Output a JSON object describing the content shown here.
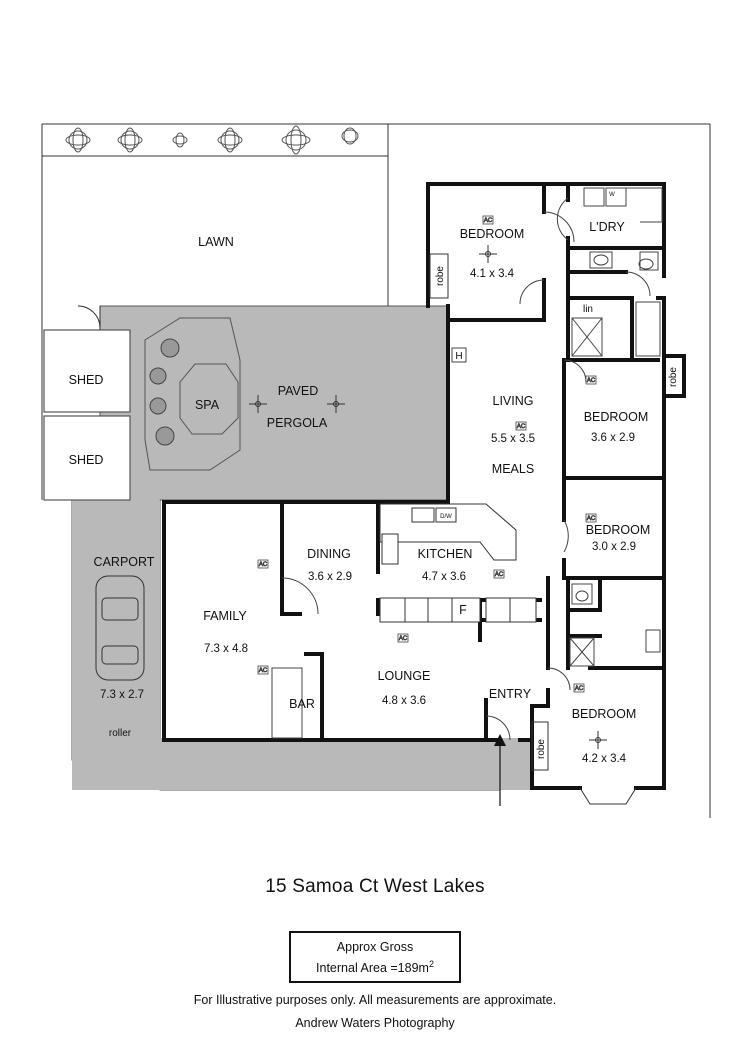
{
  "plan": {
    "rooms": {
      "lawn": "LAWN",
      "shed1": "SHED",
      "shed2": "SHED",
      "carport": "CARPORT",
      "carport_dim": "7.3 x 2.7",
      "roller": "roller",
      "spa": "SPA",
      "paved": "PAVED",
      "pergola": "PERGOLA",
      "bedroom1": "BEDROOM",
      "bedroom1_dim": "4.1 x 3.4",
      "robe1": "robe",
      "laundry": "L'DRY",
      "linen": "lin",
      "living": "LIVING",
      "living_dim": "5.5 x 3.5",
      "meals": "MEALS",
      "bedroom2": "BEDROOM",
      "bedroom2_dim": "3.6 x 2.9",
      "robe2": "robe",
      "bedroom3": "BEDROOM",
      "bedroom3_dim": "3.0 x 2.9",
      "dining": "DINING",
      "dining_dim": "3.6 x 2.9",
      "kitchen": "KITCHEN",
      "kitchen_dim": "4.7 x 3.6",
      "fridge": "F",
      "dw": "D/W",
      "family": "FAMILY",
      "family_dim": "7.3 x 4.8",
      "bar": "BAR",
      "lounge": "LOUNGE",
      "lounge_dim": "4.8 x 3.6",
      "entry": "ENTRY",
      "bedroom4": "BEDROOM",
      "bedroom4_dim": "4.2 x 3.4",
      "robe4": "robe",
      "heater": "H",
      "ac": "AC",
      "washer": "W"
    }
  },
  "address": "15 Samoa Ct West Lakes",
  "area": {
    "line1": "Approx Gross",
    "line2": "Internal Area =189m",
    "superscript": "2"
  },
  "disclaimer": "For Illustrative purposes only.  All measurements are approximate.",
  "credit": "Andrew Waters Photography"
}
